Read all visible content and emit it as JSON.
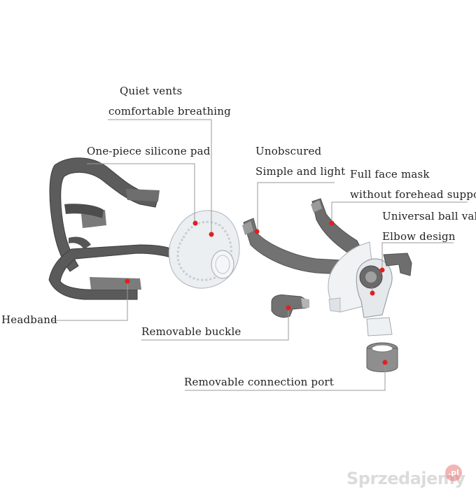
{
  "labels": {
    "quiet_vents": "Quiet vents",
    "comfortable_breathing": "comfortable breathing",
    "silicone_pad": "One-piece silicone pad",
    "unobscured": "Unobscured",
    "simple_light": "Simple and light",
    "full_face_mask": "Full face mask",
    "without_forehead": "without forehead support",
    "ball_valve": "Universal ball valve",
    "elbow_design": "Elbow design",
    "headband": "Headband",
    "buckle": "Removable buckle",
    "connection_port": "Removable connection port"
  },
  "watermark": {
    "text": "Sprzedajemy",
    "badge": ".pl"
  },
  "colors": {
    "strap": "#6b6b6b",
    "strap_dark": "#4a4a4a",
    "dot": "#e02020",
    "leader_line": "#9a9a9a",
    "silicone": "#e8ecef"
  }
}
